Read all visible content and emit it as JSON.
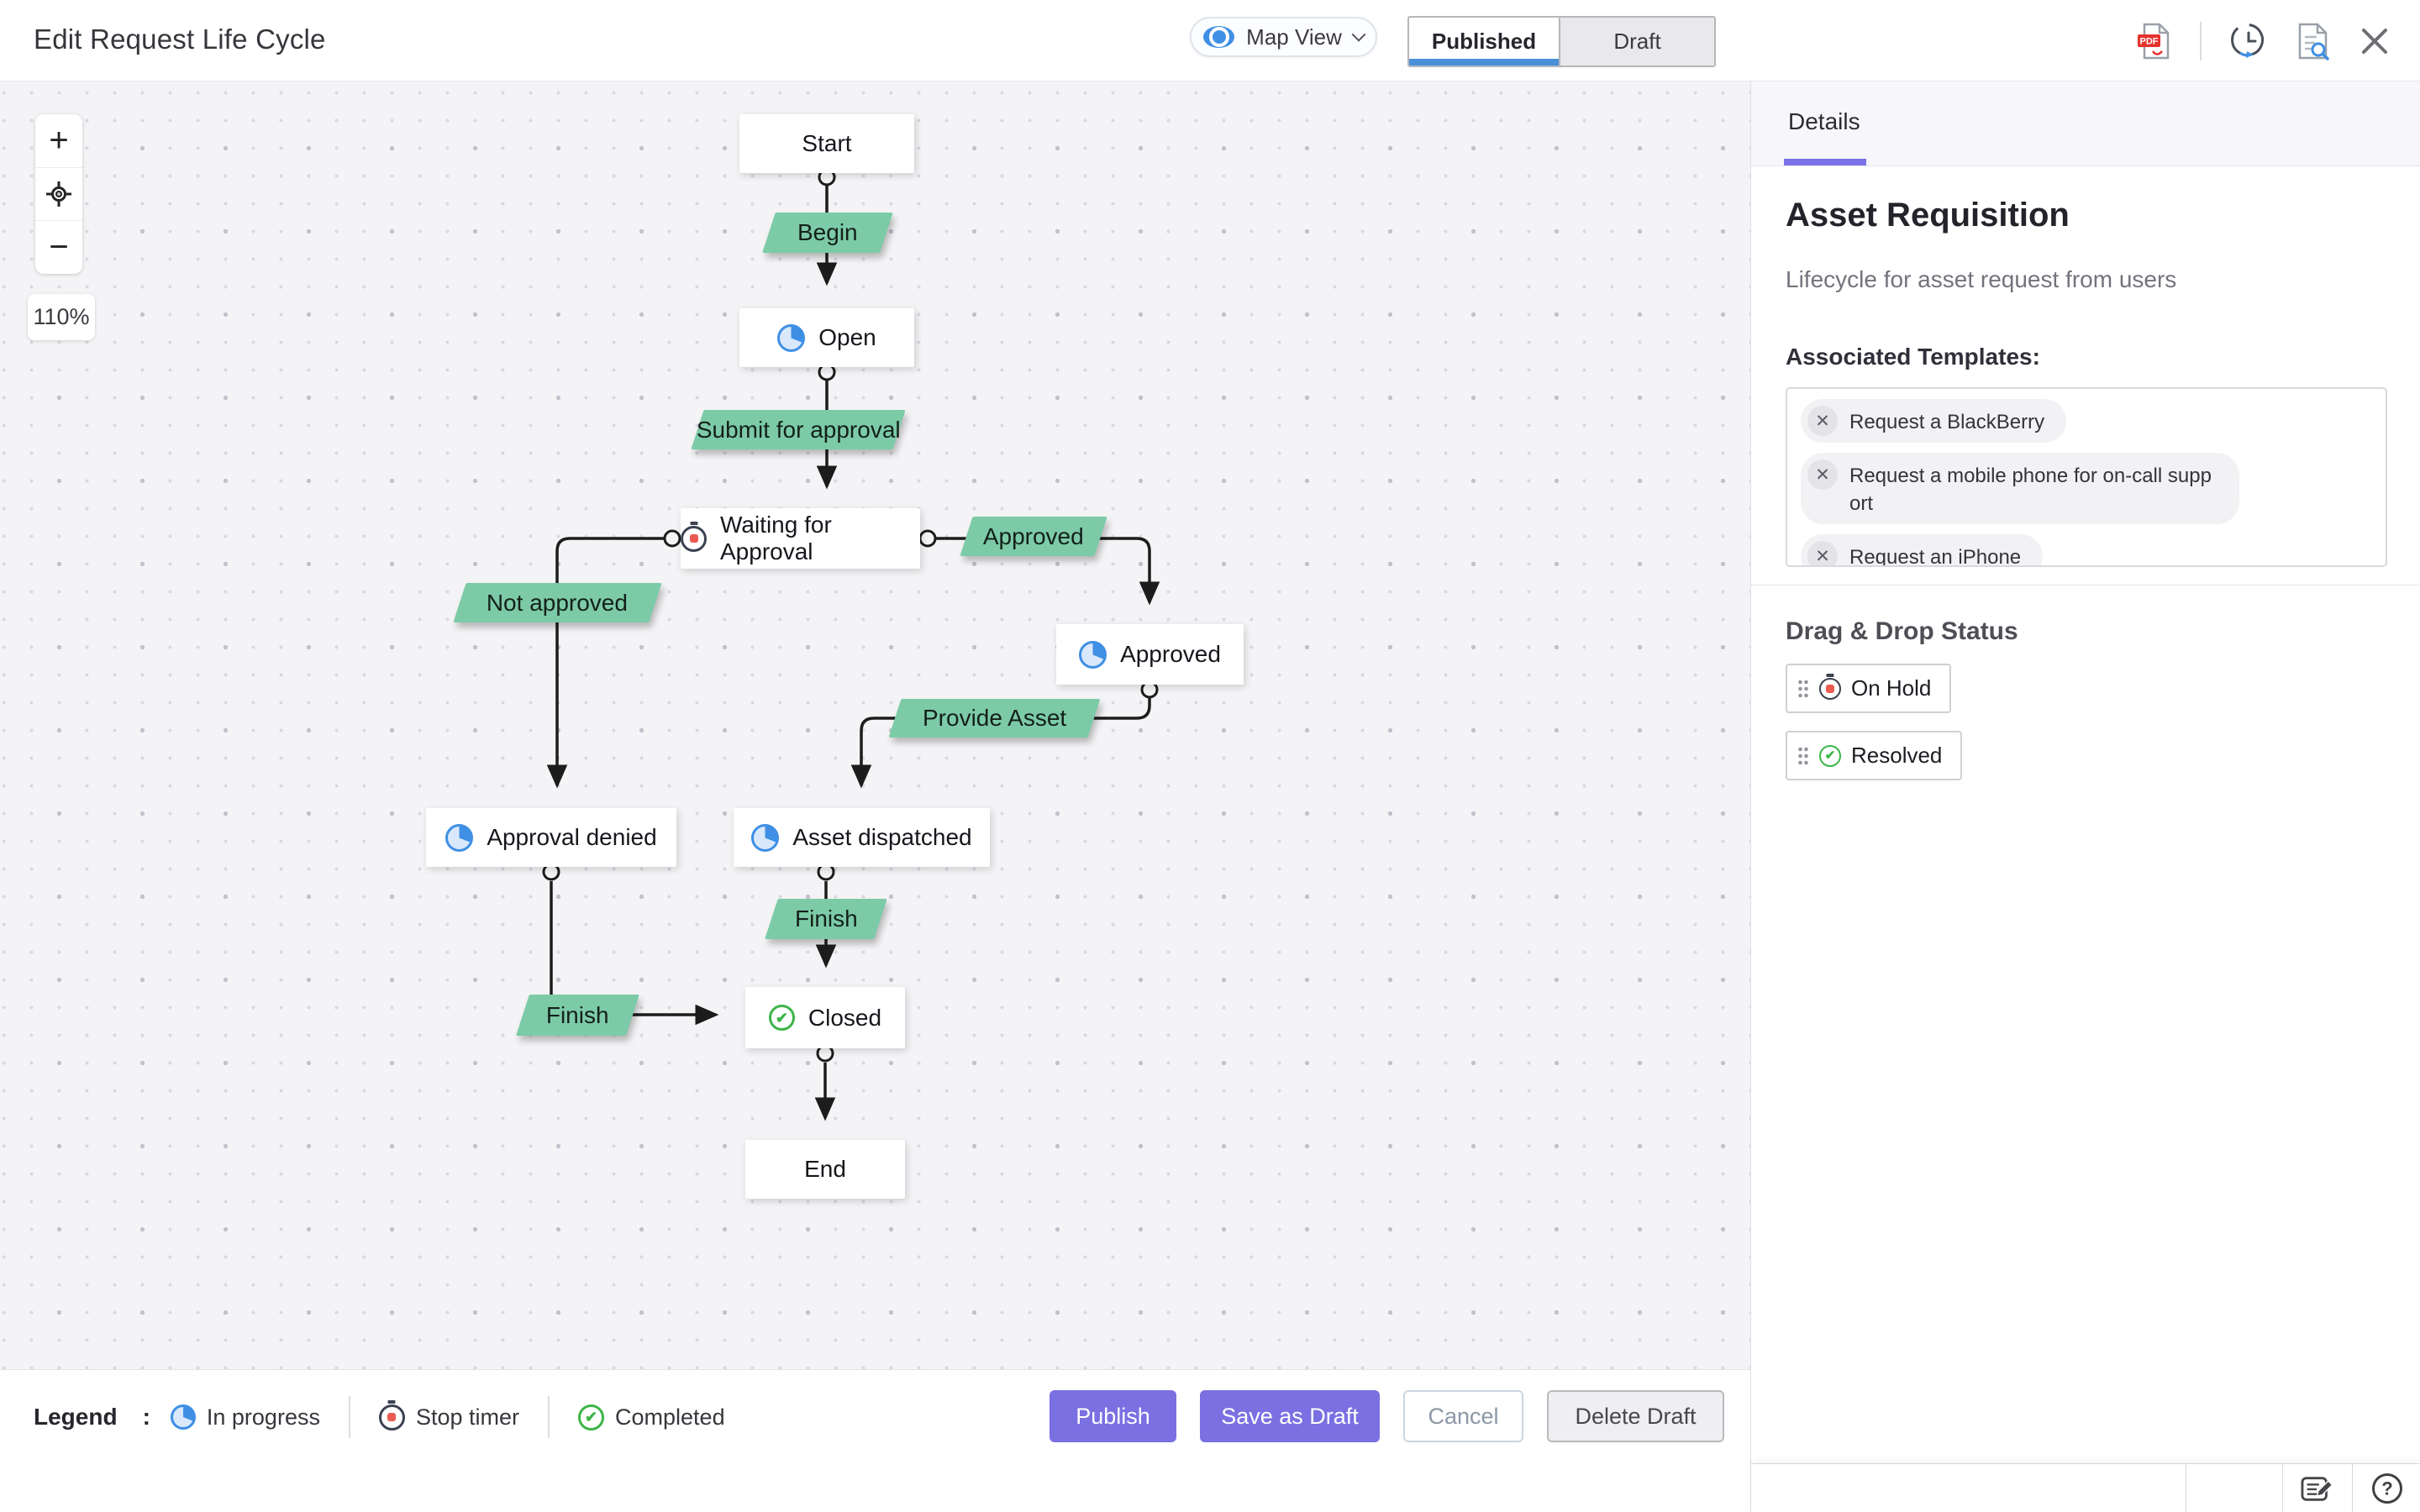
{
  "header": {
    "title": "Edit Request Life Cycle",
    "view_selector": {
      "label": "Map View",
      "icon": "eye-icon"
    },
    "tabs": [
      {
        "label": "Published",
        "active": true
      },
      {
        "label": "Draft",
        "active": false
      }
    ],
    "action_icons": [
      "export-pdf-icon",
      "history-icon",
      "audit-document-icon",
      "close-icon"
    ]
  },
  "canvas": {
    "zoom_level": "110%",
    "zoom_controls": {
      "zoom_in": "+",
      "zoom_out": "−",
      "fit": "locate"
    },
    "nodes": {
      "start": "Start",
      "open": "Open",
      "waiting": "Waiting for Approval",
      "approved": "Approved",
      "approval_denied": "Approval denied",
      "asset_dispatched": "Asset dispatched",
      "closed": "Closed",
      "end": "End"
    },
    "node_icons": {
      "open": "in-progress",
      "waiting": "stop-timer",
      "approved": "in-progress",
      "approval_denied": "in-progress",
      "asset_dispatched": "in-progress",
      "closed": "completed"
    },
    "transitions": {
      "begin": "Begin",
      "submit": "Submit for approval",
      "approved": "Approved",
      "not_approved": "Not approved",
      "provide_asset": "Provide Asset",
      "finish_a": "Finish",
      "finish_b": "Finish"
    }
  },
  "panel": {
    "tab_label": "Details",
    "title": "Asset Requisition",
    "description": "Lifecycle for asset request from users",
    "templates_label": "Associated Templates:",
    "templates": [
      "Request a BlackBerry",
      "Request a mobile phone for on-call support",
      "Request an iPhone"
    ],
    "dragdrop_label": "Drag & Drop Status",
    "dragdrop_items": [
      {
        "label": "On Hold",
        "icon": "stop-timer"
      },
      {
        "label": "Resolved",
        "icon": "completed"
      }
    ]
  },
  "legend": {
    "label": "Legend",
    "separator": ":",
    "items": [
      {
        "label": "In progress",
        "icon": "in-progress"
      },
      {
        "label": "Stop timer",
        "icon": "stop-timer"
      },
      {
        "label": "Completed",
        "icon": "completed"
      }
    ]
  },
  "footer": {
    "buttons": {
      "publish": "Publish",
      "save_draft": "Save as Draft",
      "cancel": "Cancel",
      "delete_draft": "Delete Draft"
    }
  },
  "colors": {
    "accent_purple": "#7A70E2",
    "accent_blue": "#3F8FE5",
    "transition_green": "#7CCBA6",
    "stop_timer_red": "#EA5A50",
    "completed_green": "#3CB548",
    "published_tab_underline": "#4A90D9",
    "details_tab_underline": "#7B72E8",
    "canvas_background": "#F4F4F6"
  }
}
